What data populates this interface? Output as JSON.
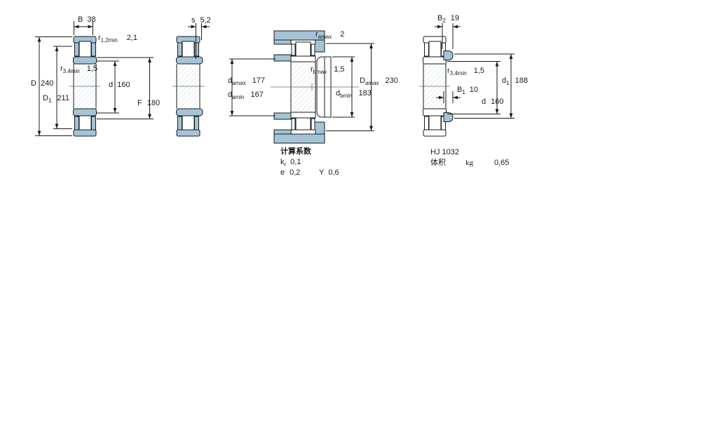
{
  "colors": {
    "section_fill": "#aecbdd",
    "section_dot": "#7fa5bf",
    "outline": "#1a1a1a",
    "hatch": "#e3ebf1"
  },
  "dim": {
    "B": {
      "s": "B",
      "sub": "",
      "v": "38"
    },
    "r12": {
      "s": "r",
      "sub": "1,2min",
      "v": "2,1"
    },
    "D": {
      "s": "D",
      "sub": "",
      "v": "240"
    },
    "D1": {
      "s": "D",
      "sub": "1",
      "v": "211"
    },
    "r34": {
      "s": "r",
      "sub": "3,4min",
      "v": "1,5"
    },
    "d": {
      "s": "d",
      "sub": "",
      "v": "160"
    },
    "F": {
      "s": "F",
      "sub": "",
      "v": "180"
    },
    "s": {
      "s": "s",
      "sub": "",
      "v": "5,2"
    },
    "ramax": {
      "s": "r",
      "sub": "amax",
      "v": "2"
    },
    "rbmax": {
      "s": "r",
      "sub": "bmax",
      "v": "1,5"
    },
    "damax": {
      "s": "d",
      "sub": "amax",
      "v": "177"
    },
    "damin": {
      "s": "d",
      "sub": "amin",
      "v": "167"
    },
    "Damax": {
      "s": "D",
      "sub": "amax",
      "v": "230"
    },
    "dbmin": {
      "s": "d",
      "sub": "bmin",
      "v": "183"
    },
    "B2": {
      "s": "B",
      "sub": "2",
      "v": "19"
    },
    "r34b": {
      "s": "r",
      "sub": "3,4min",
      "v": "1,5"
    },
    "B1": {
      "s": "B",
      "sub": "1",
      "v": "10"
    },
    "d1b": {
      "s": "d",
      "sub": "1",
      "v": "188"
    },
    "db": {
      "s": "d",
      "sub": "",
      "v": "160"
    }
  },
  "calc": {
    "title": "计算系数",
    "kr_s": "k",
    "kr_sub": "r",
    "kr_v": "0,1",
    "e_s": "e",
    "e_v": "0,2",
    "y_s": "Y",
    "y_v": "0,6"
  },
  "hj": {
    "designation": "HJ 1032",
    "weight_label": "体积",
    "weight_unit": "kg",
    "weight_value": "0,65"
  }
}
